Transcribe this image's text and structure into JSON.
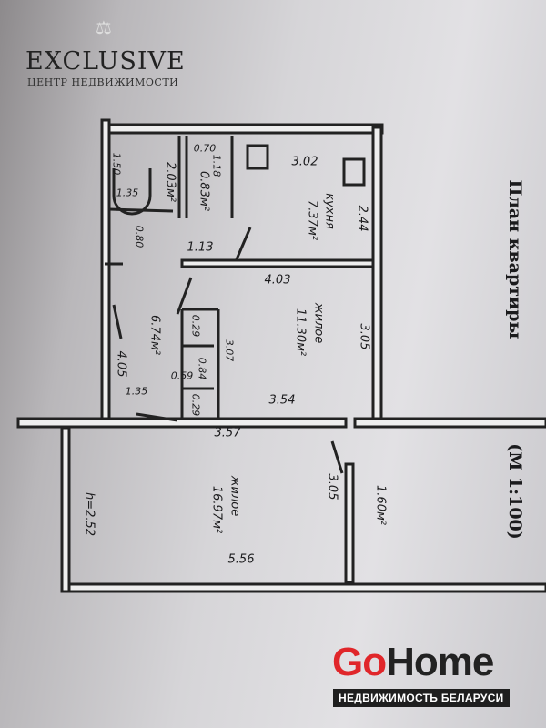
{
  "watermark": {
    "brand": "EXCLUSIVE",
    "subtitle": "ЦЕНТР НЕДВИЖИМОСТИ",
    "icon": "scales-icon"
  },
  "plan": {
    "title": "План квартиры",
    "scale": "(М 1:100)",
    "rooms": {
      "kitchen": {
        "name": "кухня",
        "area": "7.37м²"
      },
      "living1": {
        "name": "жилое",
        "area": "11.30м²"
      },
      "living2": {
        "name": "жилое",
        "area": "16.97м²"
      },
      "hall": {
        "area": "6.74м²"
      },
      "bath": {
        "area": "2.03м²"
      },
      "wc": {
        "area": "0.83м²"
      },
      "balcony": {
        "area": "1.60м²"
      }
    },
    "dims": {
      "bath_w": "1.50",
      "bath_tub": "1.35",
      "wc_w": "0.70",
      "wc_l": "1.18",
      "kitchen_w": "3.02",
      "kitchen_l": "2.44",
      "hall_door": "0.80",
      "hall_a": "1.13",
      "living1_w": "4.03",
      "living1_l": "3.05",
      "closet1": "0.29",
      "hall_l": "3.07",
      "closet_mid": "0.84",
      "hall_b": "4.05",
      "closet_gap": "0.59",
      "hall_c": "1.35",
      "closet2": "0.29",
      "living1_b": "3.54",
      "living2_w": "3.57",
      "height": "h=2.52",
      "living2_l": "3.05",
      "living2_b": "5.56"
    }
  },
  "gohome": {
    "go": "Go",
    "home": "Home",
    "subtitle": "НЕДВИЖИМОСТЬ БЕЛАРУСИ"
  }
}
